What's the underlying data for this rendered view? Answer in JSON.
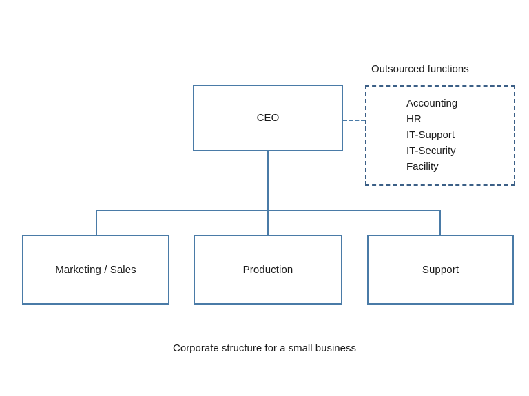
{
  "diagram": {
    "caption": "Corporate structure for a small business",
    "accent_color": "#4a7ba7",
    "dashed_color": "#3b5f86",
    "background_color": "#ffffff",
    "text_color": "#1a1a1a",
    "root": {
      "label": "CEO"
    },
    "children": [
      {
        "label": "Marketing / Sales"
      },
      {
        "label": "Production"
      },
      {
        "label": "Support"
      }
    ],
    "outsourced": {
      "title": "Outsourced functions",
      "items": [
        "Accounting",
        "HR",
        "IT-Support",
        "IT-Security",
        "Facility"
      ]
    }
  }
}
